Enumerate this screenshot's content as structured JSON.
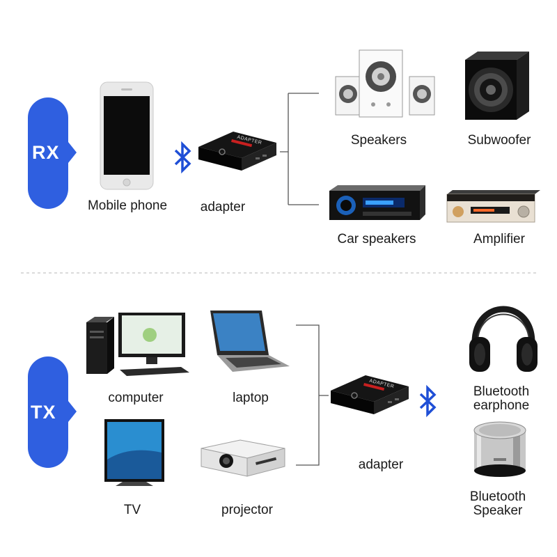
{
  "rx": {
    "mode": "RX",
    "source": "Mobile phone",
    "adapter": "adapter",
    "outputs": [
      "Speakers",
      "Subwoofer",
      "Car speakers",
      "Amplifier"
    ]
  },
  "tx": {
    "mode": "TX",
    "sources": [
      "computer",
      "laptop",
      "TV",
      "projector"
    ],
    "adapter": "adapter",
    "outputs": {
      "earphone": [
        "Bluetooth",
        "earphone"
      ],
      "speaker": [
        "Bluetooth",
        "Speaker"
      ]
    }
  },
  "device_brand": "ADAPTER",
  "colors": {
    "badge": "#2f5fe0",
    "bluetooth": "#1f4fd6",
    "line": "#555555"
  },
  "icons": [
    "bluetooth-icon",
    "phone-icon",
    "speaker-icon",
    "subwoofer-icon",
    "car-stereo-icon",
    "amplifier-icon",
    "computer-icon",
    "laptop-icon",
    "tv-icon",
    "projector-icon",
    "headphones-icon",
    "bt-speaker-icon"
  ]
}
